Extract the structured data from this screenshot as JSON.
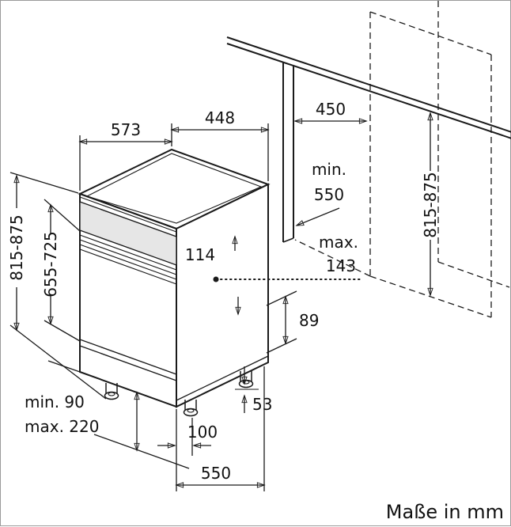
{
  "style_colors": {
    "line": "#1a1a1a",
    "background": "#ffffff",
    "panel_fill": "#e6e6e6"
  },
  "footer": {
    "units_label": "Maße in mm"
  },
  "dims": {
    "depth_top": "573",
    "width_top": "448",
    "niche_width": "450",
    "niche_depth_label": "min.",
    "niche_depth_value": "550",
    "height_overall_left": "815-875",
    "door_height": "655-725",
    "panel_height": "114",
    "hose_offset_label": "max.",
    "hose_offset_value": "143",
    "height_niche_right": "815-875",
    "rear_clearance": "89",
    "plinth_min": "min. 90",
    "plinth_max": "max. 220",
    "front_foot_inset": "100",
    "rear_foot_inset": "53",
    "base_depth": "550"
  }
}
